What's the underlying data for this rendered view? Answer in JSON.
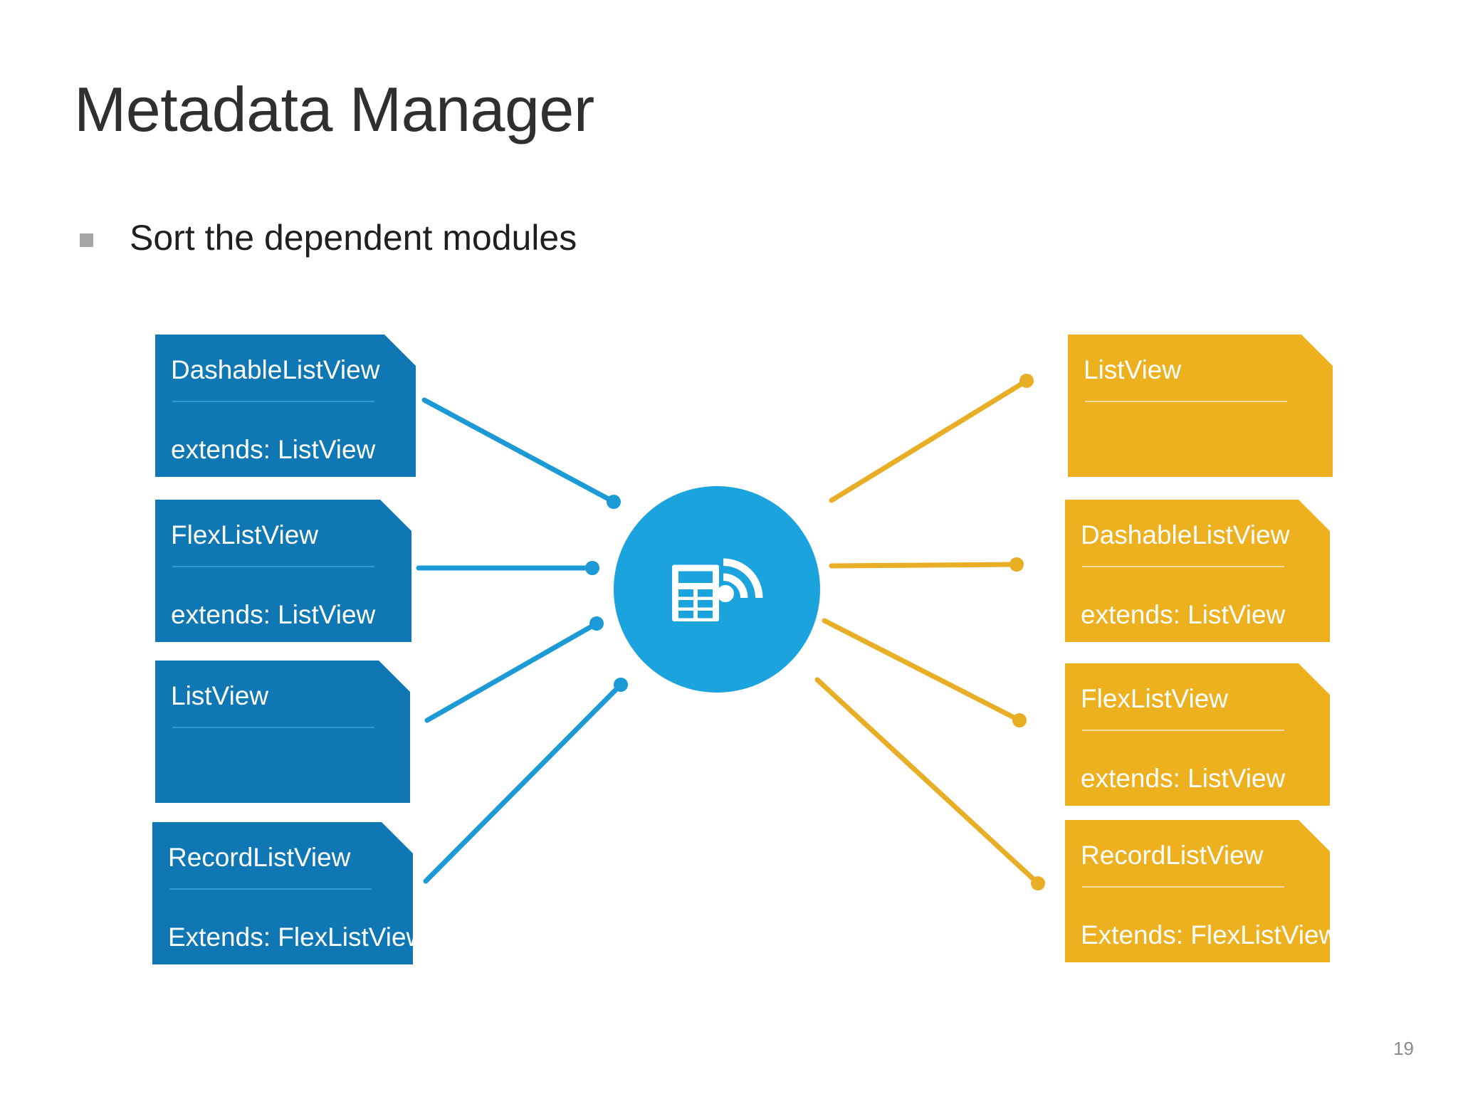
{
  "slide": {
    "title": "Metadata Manager",
    "bullet": {
      "marker": "square-bullet",
      "text": "Sort the dependent modules"
    },
    "page_number": "19"
  },
  "diagram": {
    "hub": {
      "icon": "form-wifi-icon",
      "color": "#1ba3dd"
    },
    "colors": {
      "blue_card": "#0f78b4",
      "blue_rule": "#2d9ad6",
      "blue_connector": "#1b9ad6",
      "amber_card": "#edb01e",
      "amber_rule": "#f7dc9a",
      "amber_connector": "#e8af26",
      "title_text": "#2f2f2f",
      "bullet_marker": "#a6a6a6",
      "page_number": "#8c8c8c"
    },
    "left_group": {
      "label": "unsorted-modules",
      "cards": [
        {
          "title": "DashableListView",
          "sub": "extends: ListView"
        },
        {
          "title": "FlexListView",
          "sub": "extends: ListView"
        },
        {
          "title": "ListView",
          "sub": ""
        },
        {
          "title": "RecordListView",
          "sub": "Extends: FlexListView"
        }
      ]
    },
    "right_group": {
      "label": "sorted-modules",
      "cards": [
        {
          "title": "ListView",
          "sub": ""
        },
        {
          "title": "DashableListView",
          "sub": "extends: ListView"
        },
        {
          "title": "FlexListView",
          "sub": "extends: ListView"
        },
        {
          "title": "RecordListView",
          "sub": "Extends: FlexListView"
        }
      ]
    }
  }
}
